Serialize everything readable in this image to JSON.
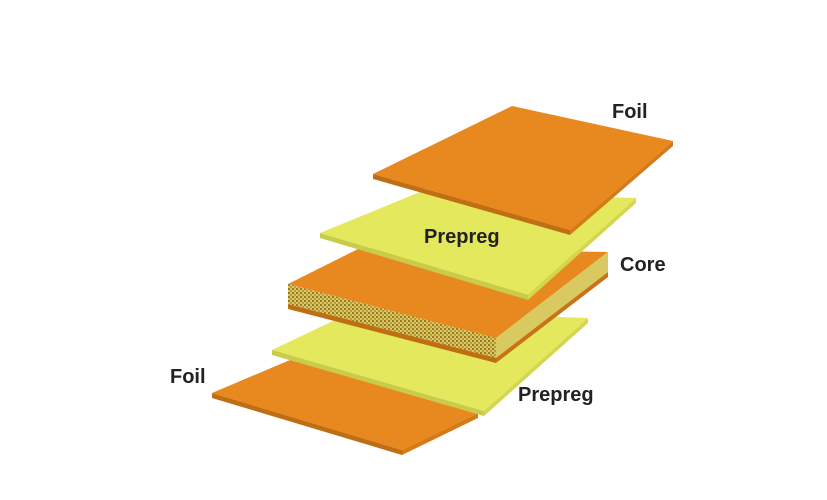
{
  "diagram": {
    "layers": [
      {
        "id": "foil-top",
        "label": "Foil",
        "color": "#E8891F"
      },
      {
        "id": "prepreg-top",
        "label": "Prepreg",
        "color": "#E4E85C"
      },
      {
        "id": "core",
        "label": "Core",
        "color": "#E8891F",
        "edge_color": "#D9CB5A"
      },
      {
        "id": "prepreg-bottom",
        "label": "Prepreg",
        "color": "#E4E85C"
      },
      {
        "id": "foil-bottom",
        "label": "Foil",
        "color": "#E8891F"
      }
    ]
  }
}
